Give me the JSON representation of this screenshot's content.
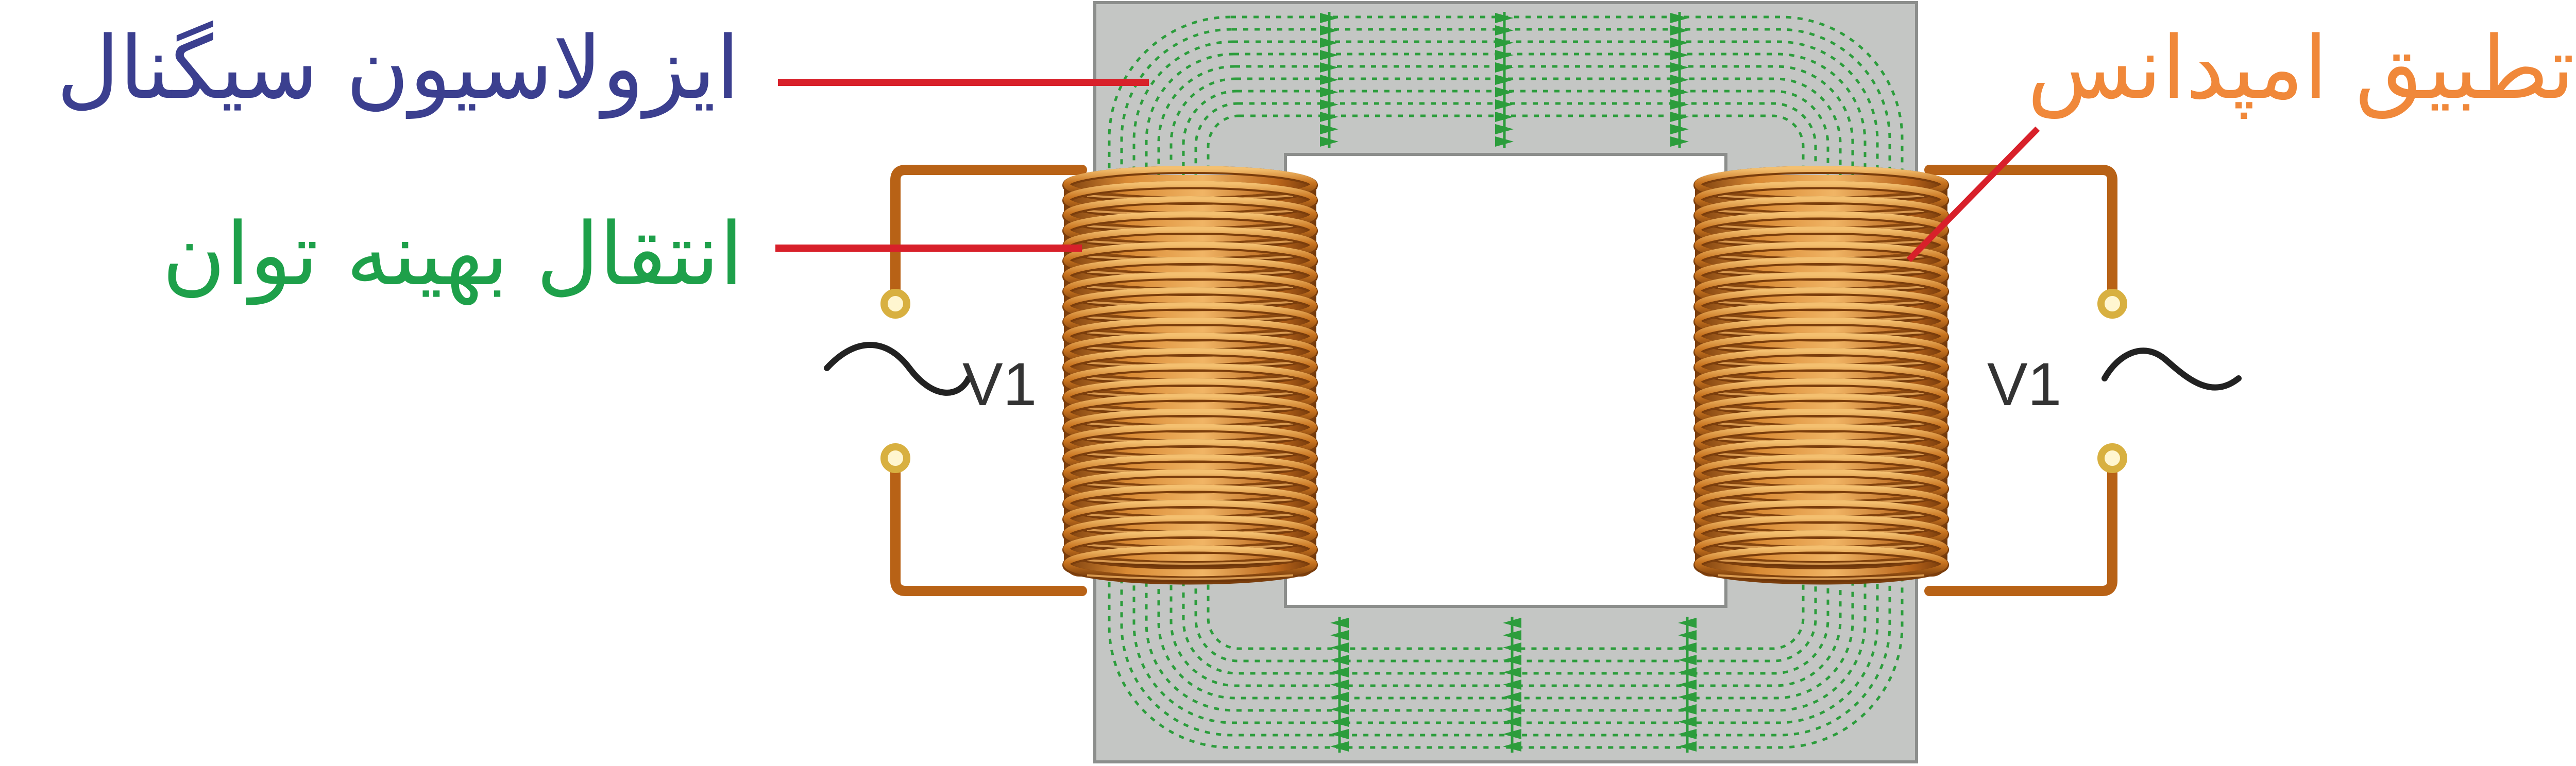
{
  "labels": {
    "isolation": "ایزولاسیون سیگنال",
    "power_transfer": "انتقال بهینه توان",
    "impedance_matching": "تطبیق امپدانس"
  },
  "voltage": {
    "left": "V1",
    "right": "V1"
  },
  "colors": {
    "isolation": "#3b3f8f",
    "power_transfer": "#1ea04a",
    "impedance_matching": "#f0883a",
    "pointer": "#d8202a",
    "core_fill": "#c4c6c4",
    "core_edge": "#8c8e8c",
    "flux_line": "#2c9d3c",
    "coil": "#c9741f",
    "coil_dark": "#7a3d0c",
    "coil_light": "#f0b060",
    "wire": "#b86216",
    "terminal": "#e8c860",
    "wave": "#222222"
  },
  "icons": {
    "ac_source_left": "sine-wave-icon",
    "ac_source_right": "sine-wave-icon"
  }
}
